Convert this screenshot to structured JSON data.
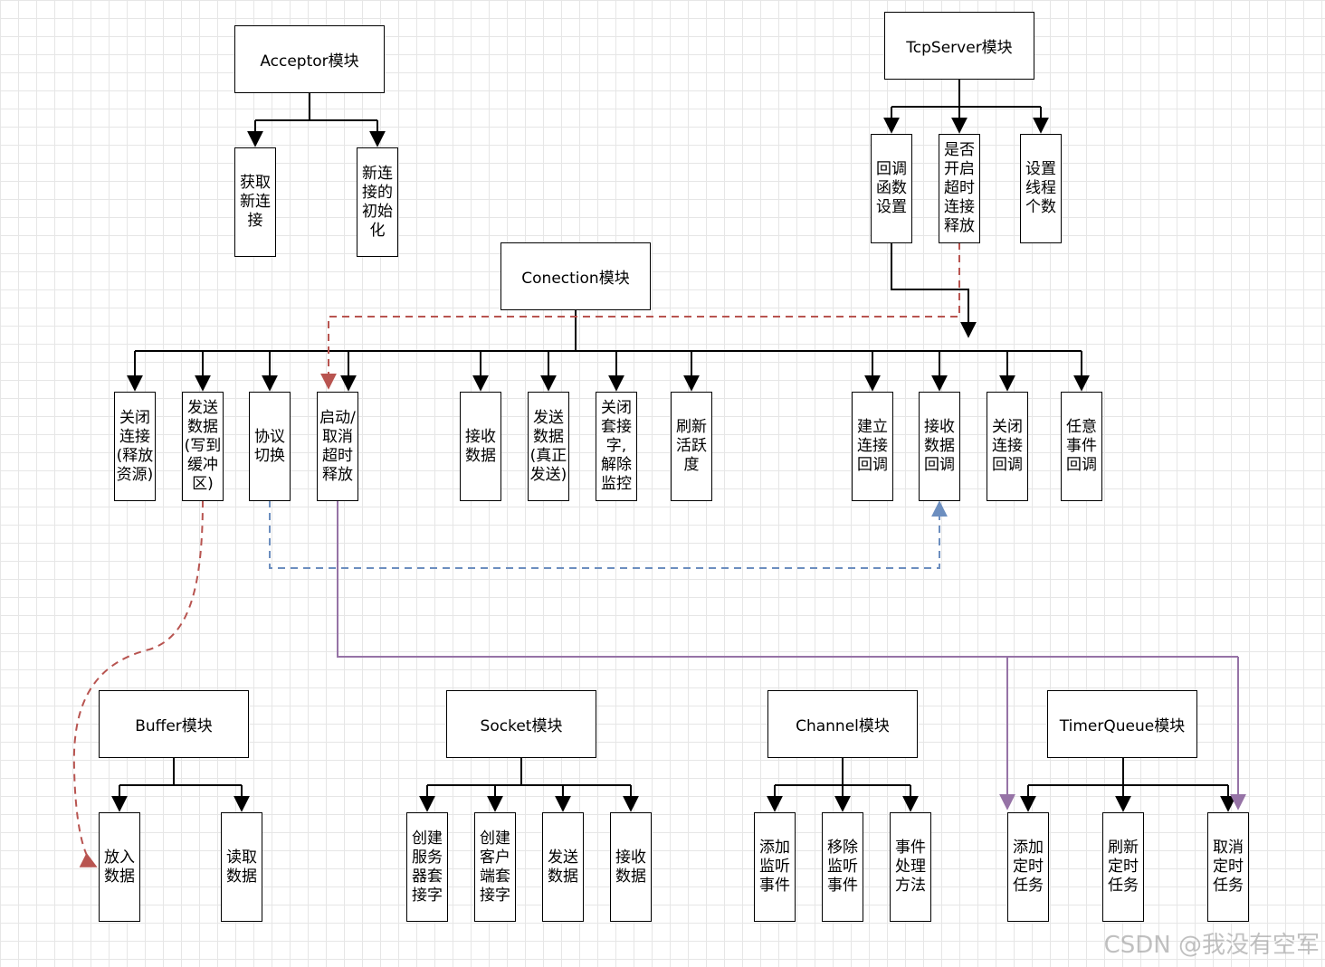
{
  "modules": {
    "acceptor": "Acceptor模块",
    "tcpserver": "TcpServer模块",
    "conection": "Conection模块",
    "buffer": "Buffer模块",
    "socket": "Socket模块",
    "channel": "Channel模块",
    "timerqueue": "TimerQueue模块"
  },
  "acceptor": {
    "get_new_conn": "获取\n新连\n接",
    "init_new_conn": "新连\n接的\n初始\n化"
  },
  "tcpserver": {
    "callback_setup": "回调\n函数\n设置",
    "enable_timeout_release": "是否\n开启\n超时\n连接\n释放",
    "set_thread_count": "设置\n线程\n个数"
  },
  "conection": {
    "close_conn": "关闭\n连接\n(释放\n资源)",
    "send_to_buffer": "发送\n数据\n(写到\n缓冲\n区)",
    "protocol_switch": "协议\n切换",
    "toggle_timeout_release": "启动/\n取消\n超时\n释放",
    "recv_data": "接收\n数据",
    "send_real": "发送\n数据\n(真正\n发送)",
    "close_socket_unwatch": "关闭\n套接\n字,\n解除\n监控",
    "refresh_activity": "刷新\n活跃\n度",
    "conn_cb": "建立\n连接\n回调",
    "recv_cb": "接收\n数据\n回调",
    "close_cb": "关闭\n连接\n回调",
    "any_event_cb": "任意\n事件\n回调"
  },
  "buffer": {
    "put_data": "放入\n数据",
    "read_data": "读取\n数据"
  },
  "socket": {
    "create_server_socket": "创建\n服务\n器套\n接字",
    "create_client_socket": "创建\n客户\n端套\n接字",
    "send_data": "发送\n数据",
    "recv_data": "接收\n数据"
  },
  "channel": {
    "add_listen_event": "添加\n监听\n事件",
    "remove_listen_event": "移除\n监听\n事件",
    "event_handler": "事件\n处理\n方法"
  },
  "timerqueue": {
    "add_timer_task": "添加\n定时\n任务",
    "refresh_timer_task": "刷新\n定时\n任务",
    "cancel_timer_task": "取消\n定时\n任务"
  },
  "watermark": "CSDN @我没有空军",
  "colors": {
    "line": "#000000",
    "red_dashed": "#b85450",
    "blue_dashed": "#6c8ebf",
    "purple": "#9673a6"
  }
}
